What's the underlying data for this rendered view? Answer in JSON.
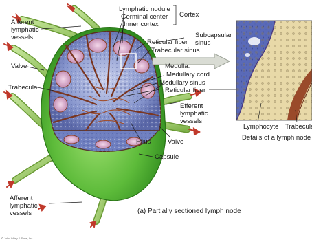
{
  "labels": {
    "lymphatic_nodule": "Lymphatic nodule",
    "germinal_center": "Germinal center",
    "inner_cortex": "Inner cortex",
    "cortex": "Cortex",
    "afferent_top_line1": "Afferent",
    "afferent_top_line2": "lymphatic",
    "afferent_top_line3": "vessels",
    "subcapsular_line1": "Subcapsular",
    "subcapsular_line2": "sinus",
    "reticular_fiber_top": "Reticular fiber",
    "trabecular_sinus": "Trabecular sinus",
    "valve_left": "Valve",
    "medulla": "Medulla:",
    "medullary_cord": "Medullary cord",
    "medullary_sinus": "Medullary sinus",
    "reticular_fiber_mid": "Reticular fiber",
    "trabecula_left": "Trabecula",
    "efferent_line1": "Efferent",
    "efferent_line2": "lymphatic",
    "efferent_line3": "vessels",
    "hilus": "Hilus",
    "valve_bottom": "Valve",
    "capsule": "Capsule",
    "afferent_bottom_line1": "Afferent",
    "afferent_bottom_line2": "lymphatic",
    "afferent_bottom_line3": "vessels",
    "lymphocyte": "Lymphocyte",
    "trabecula_inset": "Trabecula",
    "inset_caption": "Details of a lymph node",
    "figure_caption": "(a) Partially sectioned lymph node",
    "copyright": "© John Wiley & Sons, Inc."
  },
  "colors": {
    "capsule_green": "#5dbb3a",
    "cortex_blue": "#7f8fc8",
    "nodule_pink": "#d7a0c6",
    "trabecula_brown": "#8a3f26",
    "vessel_green": "#9ccb63",
    "arrow_red": "#c0392b",
    "inset_bg": "#e8d9a8"
  }
}
